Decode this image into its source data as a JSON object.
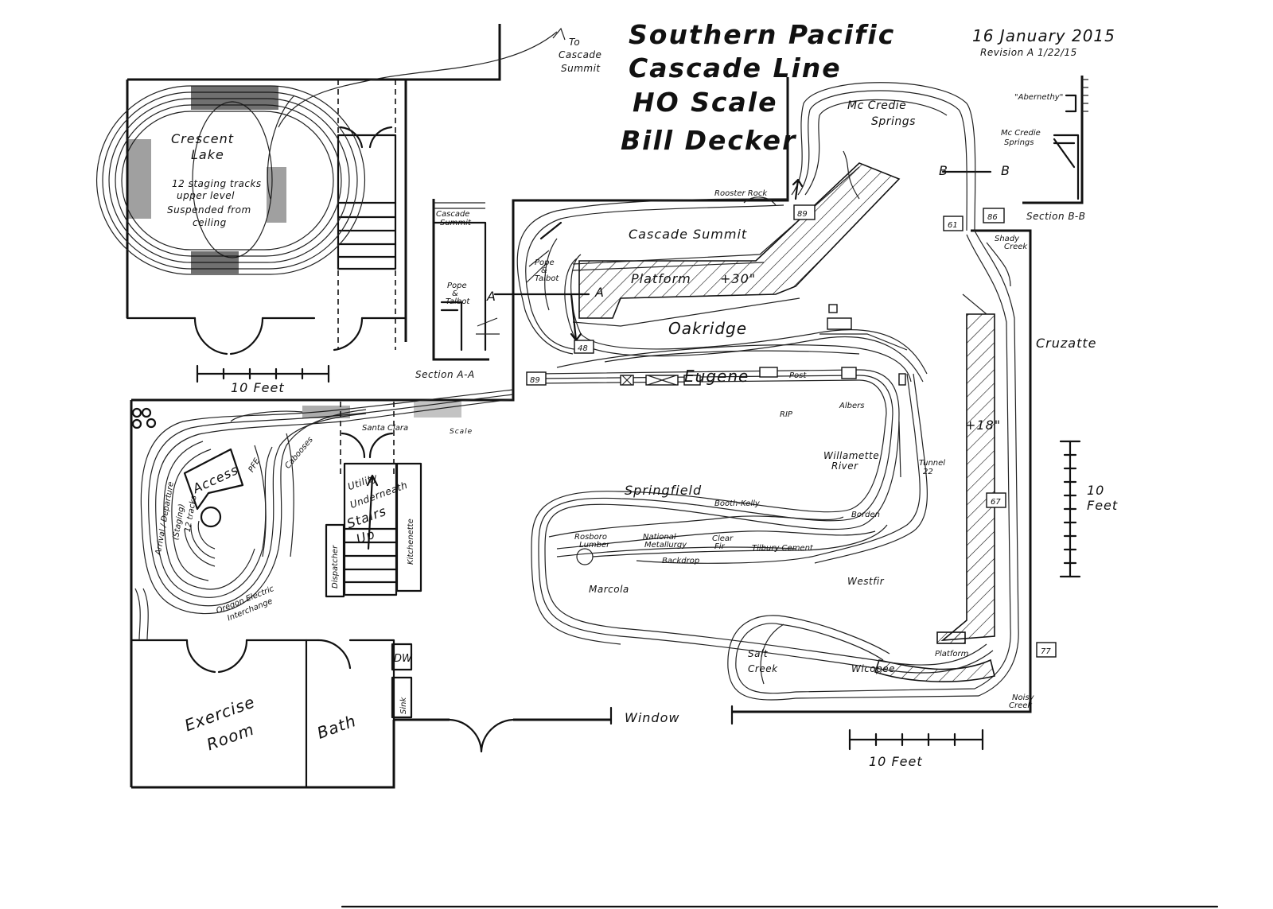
{
  "title": {
    "line1": "Southern Pacific",
    "line2": "Cascade Line",
    "line3": "HO Scale",
    "line4": "Bill Decker"
  },
  "date": "16 January 2015",
  "revision": "Revision A 1/22/15",
  "to_cascade": [
    "To",
    "Cascade",
    "Summit"
  ],
  "areas": {
    "crescent_lake": [
      "Crescent",
      "Lake"
    ],
    "staging_note": [
      "12 staging tracks",
      "upper level",
      "Suspended from",
      "ceiling"
    ],
    "cascade_summit": "Cascade Summit",
    "platform_30": "Platform",
    "plus30": "+30\"",
    "oakridge": "Oakridge",
    "eugene": "Eugene",
    "mccredie": [
      "Mc Credie",
      "Springs"
    ],
    "rooster_rock": "Rooster Rock",
    "cruzatte": "Cruzatte",
    "shady_creek": [
      "Shady",
      "Creek"
    ],
    "plus18": "+18\"",
    "springfield": "Springfield",
    "booth_kelly": "Booth-Kelly",
    "willamette": [
      "Willamette",
      "River"
    ],
    "tunnel": [
      "Tunnel",
      "22"
    ],
    "borden": "Borden",
    "albers": "Albers",
    "rip": "RIP",
    "santa_clara": "Santa Clara",
    "scale_lbl": "Scale",
    "rosboro": [
      "Rosboro",
      "Lumber"
    ],
    "national": [
      "National",
      "Metallurgy"
    ],
    "clear_fir": [
      "Clear",
      "Fir"
    ],
    "tilbury": "Tilbury Cement",
    "backdrop": "Backdrop",
    "marcola": "Marcola",
    "westfir": "Westfir",
    "salt_creek": [
      "Salt",
      "Creek"
    ],
    "wicopee": "Wicopee",
    "platform_18": "Platform",
    "noisy_creek": [
      "Noisy",
      "Creek"
    ],
    "access": "Access",
    "arrival": [
      "Arrival / Departure",
      "(Staging)",
      "12 tracks"
    ],
    "pfe": "PFE",
    "cabooses": "Cabooses",
    "oregon_electric": [
      "Oregon Electric",
      "Interchange"
    ],
    "utility": [
      "Utility",
      "Underneath"
    ],
    "stairs": [
      "Stairs",
      "Up"
    ],
    "dispatcher": "Dispatcher",
    "kitchenette": "Kitchenette",
    "dw": "DW",
    "sink": "Sink",
    "exercise": [
      "Exercise",
      "Room"
    ],
    "bath": "Bath",
    "window": "Window",
    "post": "Post"
  },
  "sections": {
    "aa_title": "Section A-A",
    "aa_summit": [
      "Cascade",
      "Summit"
    ],
    "aa_pope": [
      "Pope",
      "&",
      "Talbot"
    ],
    "bb_title": "Section B-B",
    "bb_abernethy": "\"Abernethy\"",
    "bb_mccredie": [
      "Mc Credie",
      "Springs"
    ],
    "cut_a": "A",
    "cut_b": "B",
    "pope_talbot": [
      "Pope",
      "&",
      "Talbot"
    ]
  },
  "mileposts": [
    "89",
    "61",
    "86",
    "48",
    "89",
    "67",
    "77"
  ],
  "scales": {
    "upper": "10 Feet",
    "right_num": "10",
    "right_unit": "Feet",
    "bottom": "10 Feet"
  }
}
